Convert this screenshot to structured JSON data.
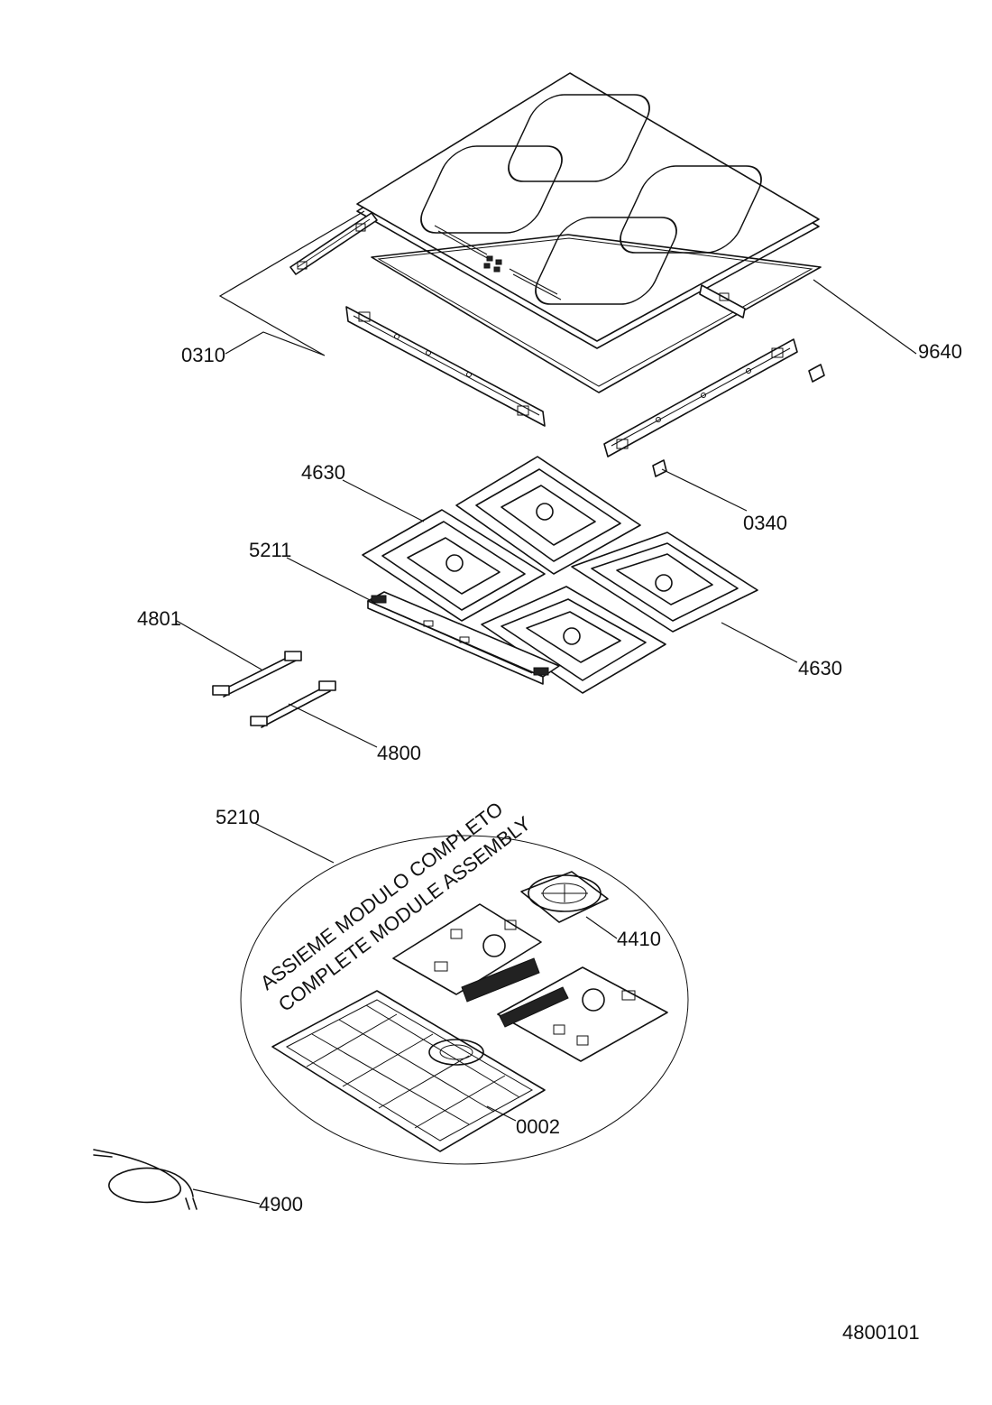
{
  "parts": {
    "p0310": "0310",
    "p9640": "9640",
    "p4630a": "4630",
    "p0340": "0340",
    "p5211": "5211",
    "p4630b": "4630",
    "p4801": "4801",
    "p4800": "4800",
    "p5210": "5210",
    "p4410": "4410",
    "p0002": "0002",
    "p4900": "4900"
  },
  "assembly": {
    "line_it": "ASSIEME MODULO COMPLETO",
    "line_en": "COMPLETE MODULE ASSEMBLY"
  },
  "drawing_number": "4800101",
  "colors": {
    "ink": "#111111",
    "background": "#ffffff"
  }
}
